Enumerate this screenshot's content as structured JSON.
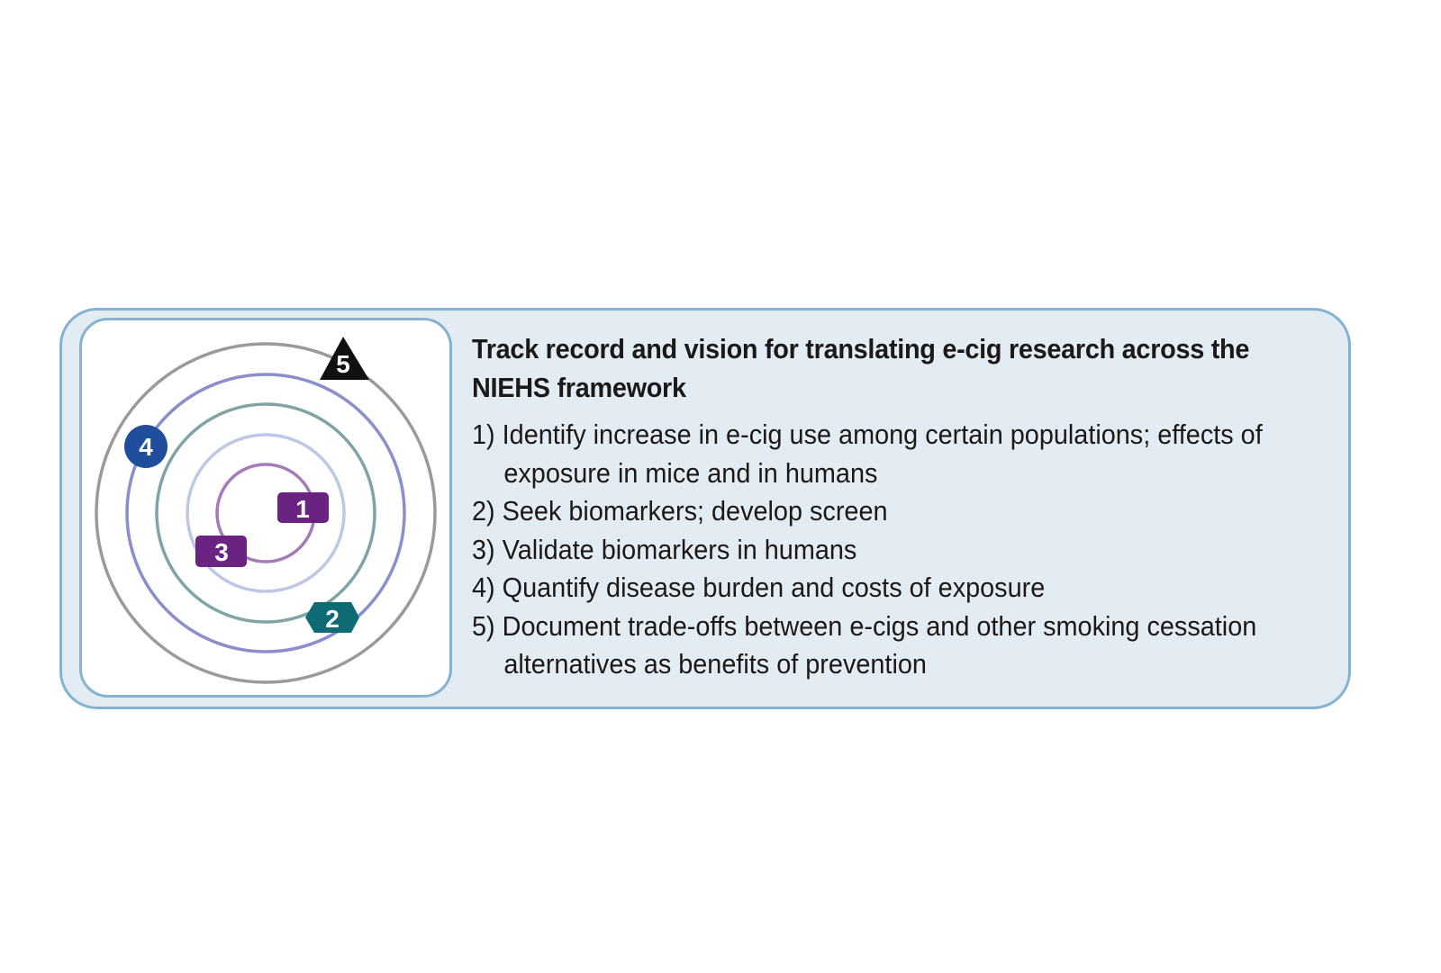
{
  "title": "Track record and vision for translating e-cig research across the NIEHS framework",
  "items": [
    {
      "num": "1)",
      "text": "Identify increase in e-cig use among certain populations; effects of exposure in mice and in humans"
    },
    {
      "num": "2)",
      "text": "Seek biomarkers; develop screen"
    },
    {
      "num": "3)",
      "text": "Validate biomarkers in humans"
    },
    {
      "num": "4)",
      "text": "Quantify disease burden and costs of exposure"
    },
    {
      "num": "5)",
      "text": "Document trade-offs between e-cigs and other smoking cessation alternatives as benefits of prevention"
    }
  ],
  "markers": [
    {
      "label": "1",
      "shape": "rounded-rect",
      "color": "#6a2380"
    },
    {
      "label": "2",
      "shape": "hexagon",
      "color": "#0e6b73"
    },
    {
      "label": "3",
      "shape": "rounded-rect",
      "color": "#6a2380"
    },
    {
      "label": "4",
      "shape": "circle",
      "color": "#1f4f9c"
    },
    {
      "label": "5",
      "shape": "triangle",
      "color": "#111111"
    }
  ],
  "ring_colors": [
    "#a47ab8",
    "#bcc8e6",
    "#7fa3a6",
    "#8a8fcc",
    "#9a9a9a"
  ]
}
